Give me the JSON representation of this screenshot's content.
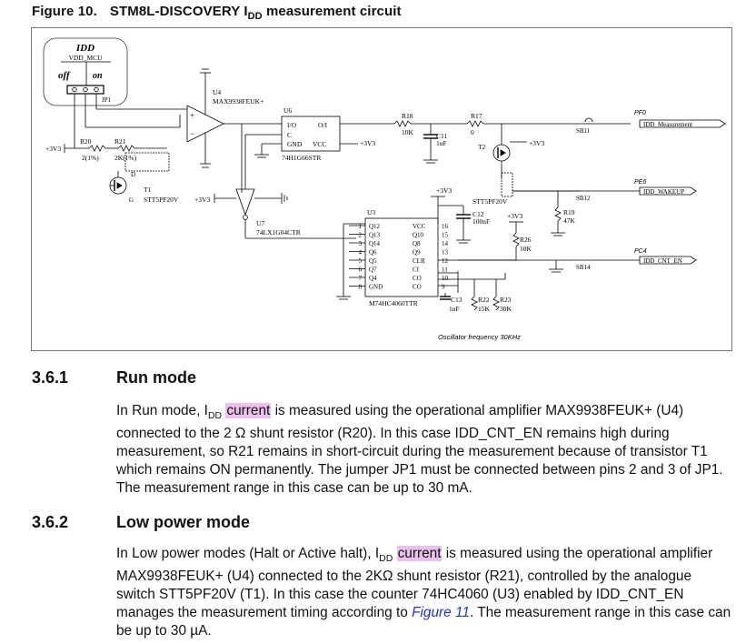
{
  "figure": {
    "number": "Figure 10.",
    "title_pre": "STM8L-DISCOVERY I",
    "title_sub": "DD",
    "title_post": " measurement circuit"
  },
  "schematic": {
    "jumper_box": {
      "title": "IDD",
      "subtitle": "VDD_MCU",
      "off": "off",
      "on": "on",
      "jp_label": "JP1"
    },
    "u4": {
      "ref": "U4",
      "part": "MAX9938FEUK+"
    },
    "u6": {
      "ref": "U6",
      "pin_io": "I/O",
      "pin_oi": "O/I",
      "pin_c": "C",
      "pin_gnd": "GND",
      "pin_vcc": "VCC",
      "part": "74H1G66STR"
    },
    "u7": {
      "ref": "U7",
      "part": "74LX1G04CTR"
    },
    "u3": {
      "ref": "U3",
      "left_pins": [
        "Q12",
        "Q13",
        "Q14",
        "Q6",
        "Q5",
        "Q7",
        "Q4",
        "GND"
      ],
      "right_pins": [
        "VCC",
        "Q10",
        "Q8",
        "Q9",
        "CLR",
        "CI",
        "CO",
        "CO"
      ],
      "left_nums": [
        "1",
        "2",
        "3",
        "4",
        "5",
        "6",
        "7",
        "8"
      ],
      "right_nums": [
        "16",
        "15",
        "14",
        "13",
        "12",
        "11",
        "10",
        "9"
      ],
      "part": "M74HC4060TTR"
    },
    "r20": {
      "ref": "R20",
      "value": "2(1%)"
    },
    "r21": {
      "ref": "R21",
      "value": "2K(1%)"
    },
    "t1": {
      "ref": "T1",
      "part": "STT5PF20V"
    },
    "t2": {
      "ref": "T2",
      "part": "STT5PF20V"
    },
    "r18": {
      "ref": "R18",
      "value": "10K"
    },
    "r17": {
      "ref": "R17",
      "value": "0"
    },
    "c11": {
      "ref": "C11",
      "value": "1uF"
    },
    "c12": {
      "ref": "C12",
      "value": "100nF"
    },
    "c13": {
      "ref": "C13",
      "value": "1nF"
    },
    "r19": {
      "ref": "R19",
      "value": "47K"
    },
    "r26": {
      "ref": "R26",
      "value": "10K"
    },
    "r22": {
      "ref": "R22",
      "value": "15K"
    },
    "r23": {
      "ref": "R23",
      "value": "30K"
    },
    "supply": "+3V3",
    "nets": [
      {
        "port": "PF0",
        "name": "IDD_Measurement",
        "bridge": "SB11"
      },
      {
        "port": "PE6",
        "name": "IDD_WAKEUP",
        "bridge": "SB12"
      },
      {
        "port": "PC4",
        "name": "IDD_CNT_EN",
        "bridge": "SB14"
      }
    ],
    "osc_note": "Oscillator frequency 30KHz"
  },
  "sections": [
    {
      "number": "3.6.1",
      "title": "Run mode",
      "p_pre": "In Run mode, I",
      "p_sub": "DD",
      "p_hl": "current",
      "p_rest": " is measured using the operational amplifier MAX9938FEUK+ (U4) connected to the 2 Ω shunt resistor (R20). In this case IDD_CNT_EN remains high during measurement, so R21 remains in short-circuit during the measurement because of transistor T1 which remains ON permanently. The jumper JP1 must be connected between pins 2 and 3 of JP1. The measurement range in this case can be up to 30 mA."
    },
    {
      "number": "3.6.2",
      "title": "Low power mode",
      "p_pre": "In Low power modes (Halt or Active halt), I",
      "p_sub": "DD",
      "p_hl": "current",
      "p_rest": " is measured using the operational amplifier MAX9938FEUK+ (U4) connected to the 2KΩ shunt resistor (R21), controlled by the analogue switch STT5PF20V (T1). In this case the counter 74HC4060 (U3) enabled by IDD_CNT_EN manages the measurement timing according to ",
      "p_link": "Figure 11",
      "p_end": ". The measurement range in this case can be up to 30 µA."
    }
  ]
}
